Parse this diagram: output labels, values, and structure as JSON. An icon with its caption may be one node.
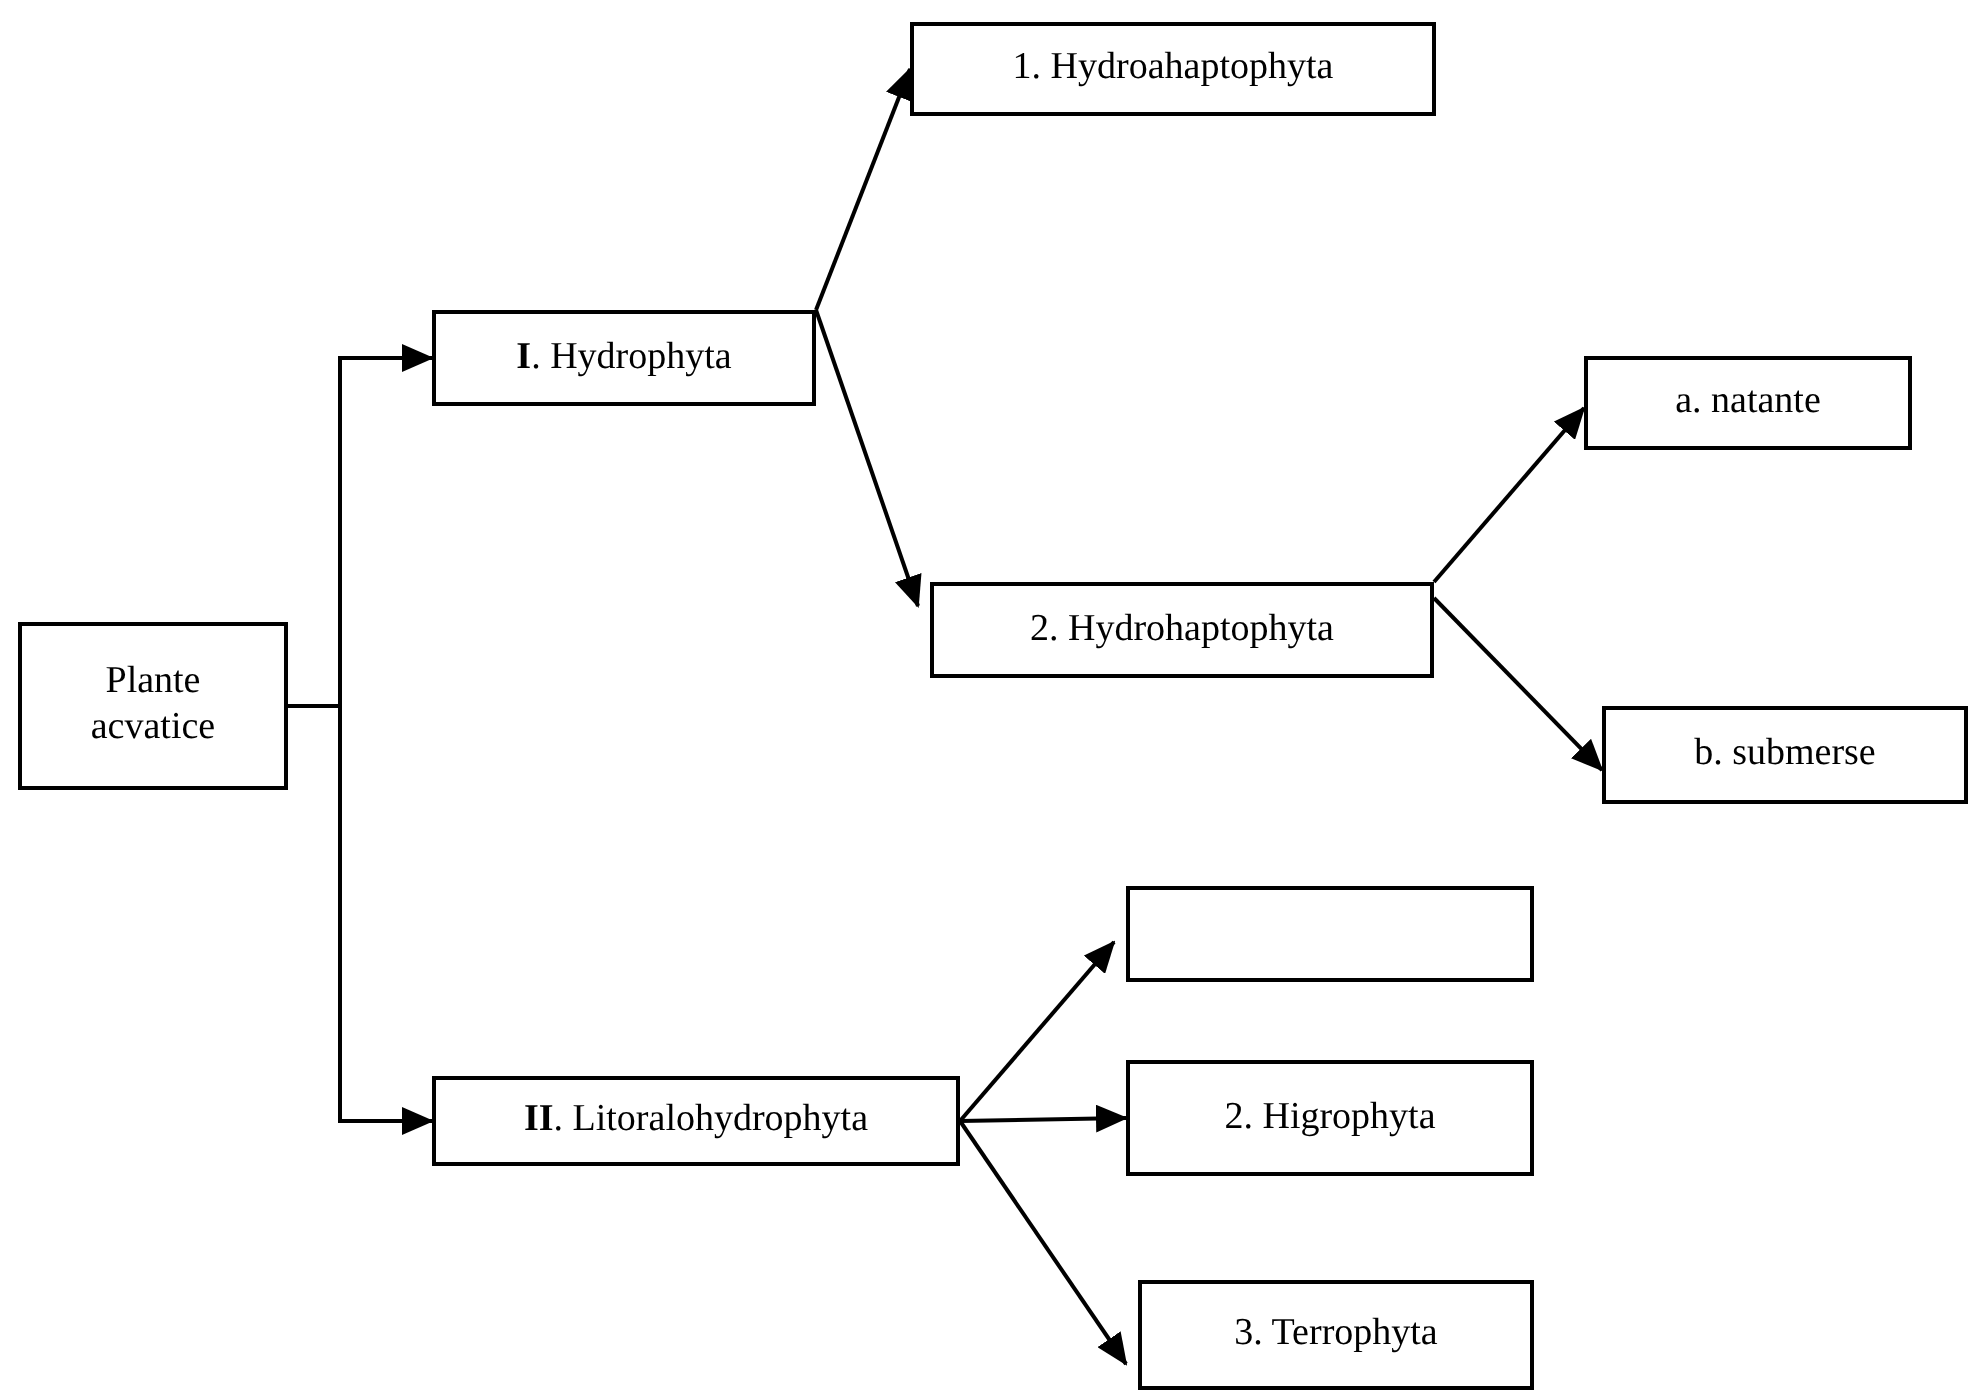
{
  "diagram": {
    "nodes": [
      {
        "text": [
          "Plante acvatice"
        ]
      },
      {
        "text": [
          "**I**. Hydrophyta"
        ]
      },
      {
        "text": [
          "1. Hydroahaptophyta"
        ]
      },
      {
        "text": [
          "2. Hydrohaptophyta"
        ]
      },
      {
        "text": [
          "a. natante"
        ]
      },
      {
        "text": [
          "b. submerse"
        ]
      },
      {
        "text": [
          "**II**. Litoralohydrophyta"
        ]
      },
      {
        "text": [],
        "shape": "box"
      },
      {
        "text": [
          "2. Higrophyta"
        ]
      },
      {
        "text": [
          "3. Terrophyta"
        ]
      }
    ],
    "edges": [
      {
        "from": 0,
        "to": 1,
        "arrow": "to"
      },
      {
        "from": 0,
        "to": 6,
        "arrow": "to"
      },
      {
        "from": 1,
        "to": 2,
        "arrow": "to"
      },
      {
        "from": 1,
        "to": 3,
        "arrow": "to"
      },
      {
        "from": 3,
        "to": 4,
        "arrow": "to"
      },
      {
        "from": 3,
        "to": 5,
        "arrow": "to"
      },
      {
        "from": 6,
        "to": 7,
        "arrow": "to"
      },
      {
        "from": 6,
        "to": 8,
        "arrow": "to"
      },
      {
        "from": 6,
        "to": 9,
        "arrow": "to"
      }
    ]
  }
}
